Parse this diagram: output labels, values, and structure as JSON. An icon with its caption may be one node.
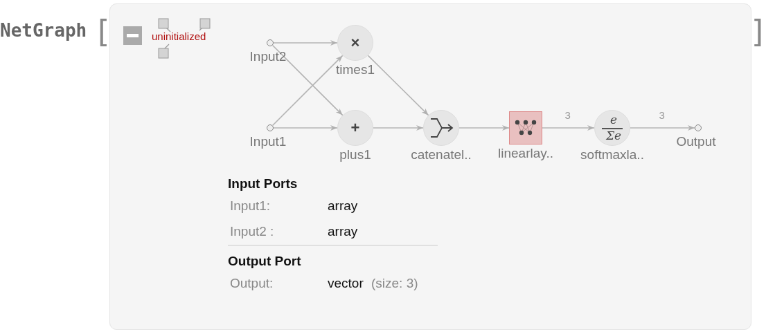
{
  "diagram": {
    "nodes": [
      {
        "text": [
          "Input2"
        ]
      },
      {
        "text": [
          "×",
          "times1"
        ]
      },
      {
        "text": [
          "Input1"
        ]
      },
      {
        "text": [
          "+",
          "plus1"
        ]
      },
      {
        "text": [
          "catenatel.."
        ]
      },
      {
        "text": [
          "linearlay.."
        ]
      },
      {
        "text": [
          "e",
          "Σe",
          "softmaxla.."
        ]
      },
      {
        "text": [
          "Output"
        ]
      }
    ],
    "edges": [
      {
        "from": 0,
        "to": 1,
        "arrow": "to"
      },
      {
        "from": 0,
        "to": 3,
        "arrow": "to"
      },
      {
        "from": 2,
        "to": 1,
        "arrow": "to"
      },
      {
        "from": 2,
        "to": 3,
        "arrow": "to"
      },
      {
        "from": 1,
        "to": 4,
        "arrow": "to"
      },
      {
        "from": 3,
        "to": 4,
        "arrow": "to"
      },
      {
        "from": 4,
        "to": 5,
        "arrow": "to"
      },
      {
        "from": 5,
        "to": 6,
        "arrow": "to",
        "label": "3"
      },
      {
        "from": 6,
        "to": 7,
        "arrow": "to",
        "label": "3"
      }
    ],
    "labels": [
      "NetGraph",
      "[",
      "uninitialized",
      "]",
      "Input Ports",
      "Input1:",
      "array",
      "Input2 :",
      "array",
      "Output Port",
      "Output:",
      "vector",
      "(size: 3)"
    ]
  }
}
